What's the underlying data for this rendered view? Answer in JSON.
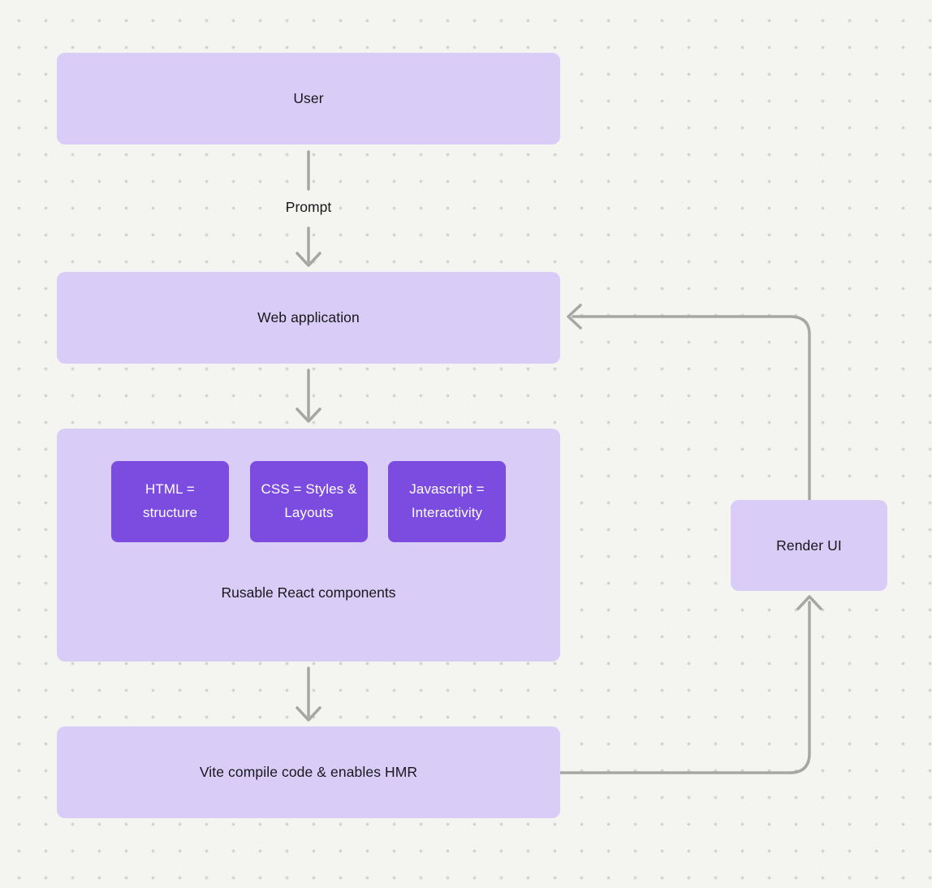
{
  "nodes": {
    "user": {
      "label": "User"
    },
    "web_application": {
      "label": "Web application"
    },
    "components_group": {
      "label": "Rusable React components"
    },
    "html_box": {
      "label": "HTML = structure"
    },
    "css_box": {
      "label": "CSS = Styles & Layouts"
    },
    "javascript_box": {
      "label": "Javascript = Interactivity"
    },
    "vite": {
      "label": "Vite compile code & enables HMR"
    },
    "render_ui": {
      "label": "Render UI"
    }
  },
  "edges": {
    "prompt_label": "Prompt"
  },
  "colors": {
    "background": "#f4f4f1",
    "dot": "#d4d4ce",
    "node_light": "#d9cdf8",
    "node_dark": "#7c4ce0",
    "arrow": "#a6a6a4",
    "text_dark": "#18181b",
    "text_light": "#ffffff"
  }
}
